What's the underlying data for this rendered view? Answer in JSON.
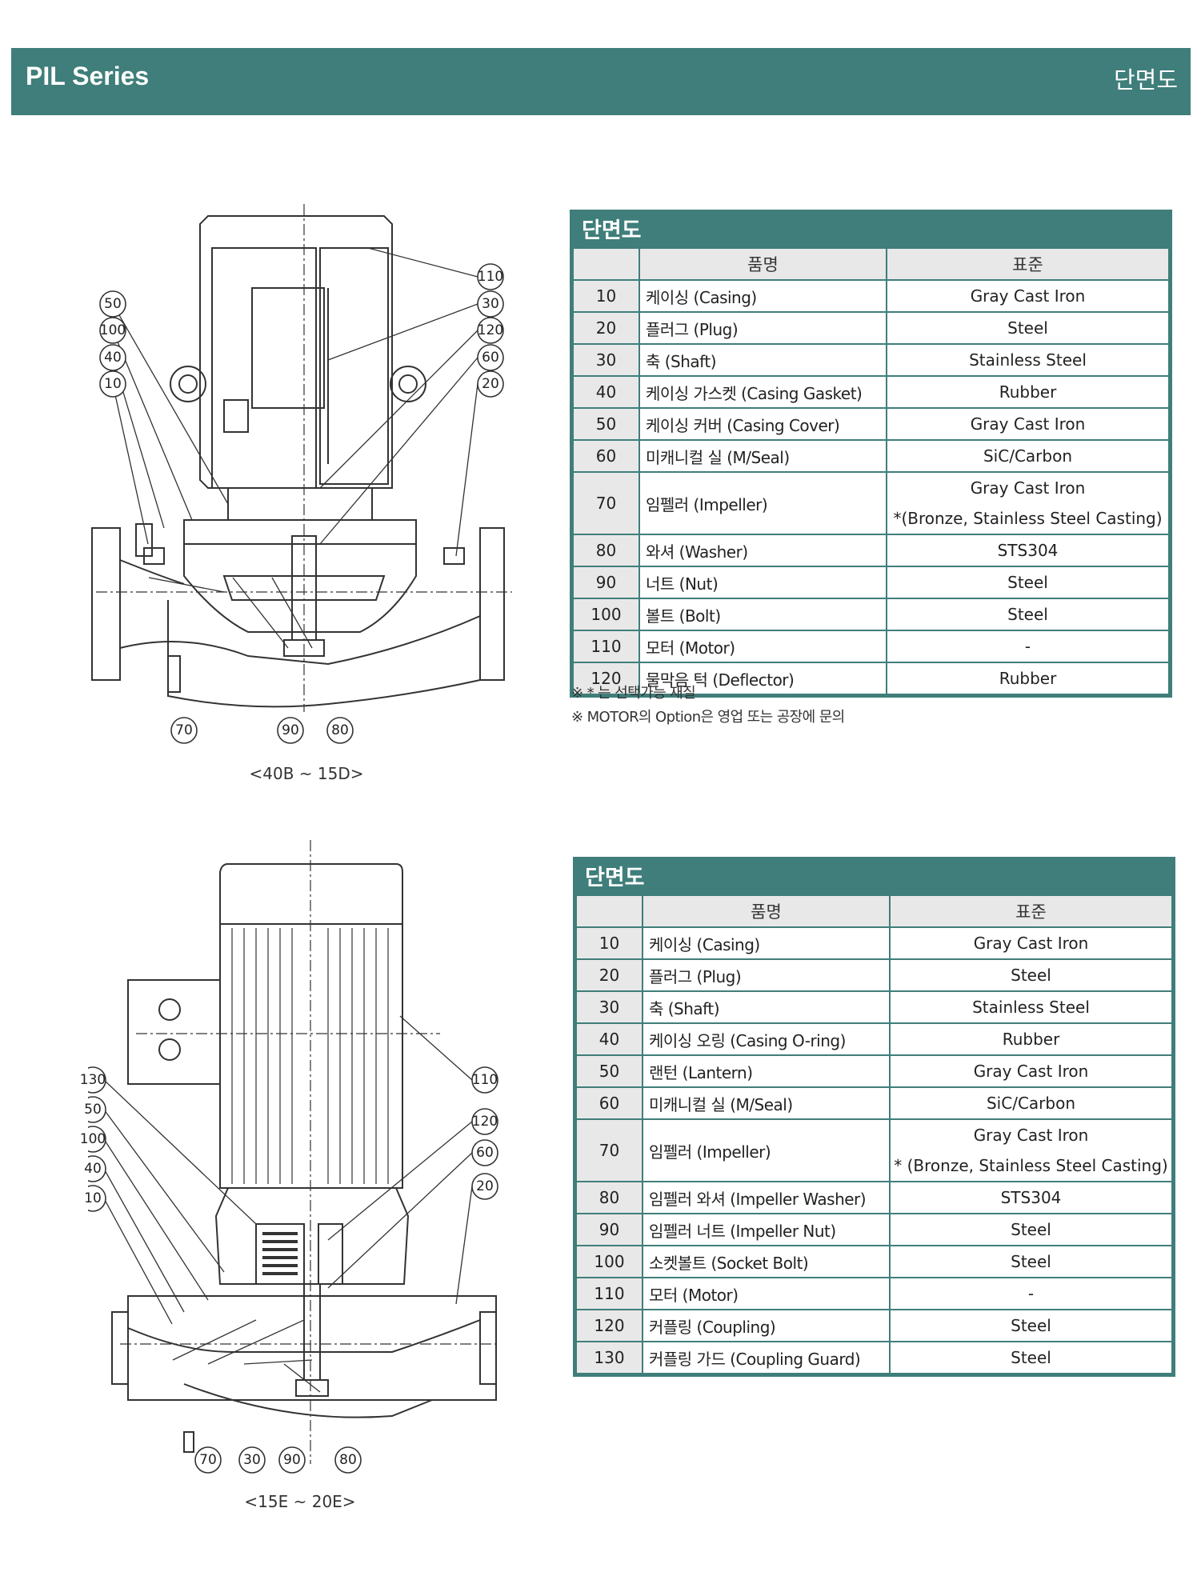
{
  "header": {
    "series": "PIL Series",
    "tag": "단면도"
  },
  "drawing1": {
    "caption": "<40B ~ 15D>",
    "callouts": [
      "50",
      "100",
      "40",
      "10",
      "110",
      "30",
      "120",
      "60",
      "20",
      "70",
      "90",
      "80"
    ]
  },
  "drawing2": {
    "caption": "<15E ~ 20E>",
    "callouts": [
      "130",
      "50",
      "100",
      "40",
      "10",
      "110",
      "120",
      "60",
      "20",
      "70",
      "30",
      "90",
      "80"
    ]
  },
  "table1": {
    "title": "단면도",
    "headers": [
      "",
      "품명",
      "표준"
    ],
    "rows": [
      {
        "no": "10",
        "name": "케이싱 (Casing)",
        "std": "Gray Cast Iron"
      },
      {
        "no": "20",
        "name": "플러그 (Plug)",
        "std": "Steel"
      },
      {
        "no": "30",
        "name": "축 (Shaft)",
        "std": "Stainless Steel"
      },
      {
        "no": "40",
        "name": "케이싱 가스켓 (Casing Gasket)",
        "std": "Rubber"
      },
      {
        "no": "50",
        "name": "케이싱 커버 (Casing Cover)",
        "std": "Gray Cast Iron"
      },
      {
        "no": "60",
        "name": "미캐니컬 실 (M/Seal)",
        "std": "SiC/Carbon"
      },
      {
        "no": "70",
        "name": "임펠러 (Impeller)",
        "std": "Gray Cast Iron",
        "std2": "*(Bronze, Stainless Steel Casting)"
      },
      {
        "no": "80",
        "name": "와셔 (Washer)",
        "std": "STS304"
      },
      {
        "no": "90",
        "name": "너트 (Nut)",
        "std": "Steel"
      },
      {
        "no": "100",
        "name": "볼트 (Bolt)",
        "std": "Steel"
      },
      {
        "no": "110",
        "name": "모터 (Motor)",
        "std": "-"
      },
      {
        "no": "120",
        "name": "물막음 턱 (Deflector)",
        "std": "Rubber"
      }
    ],
    "notes": [
      "※ * 는 선택가능 재질",
      "※ MOTOR의 Option은 영업 또는 공장에 문의"
    ]
  },
  "table2": {
    "title": "단면도",
    "headers": [
      "",
      "품명",
      "표준"
    ],
    "rows": [
      {
        "no": "10",
        "name": "케이싱 (Casing)",
        "std": "Gray Cast Iron"
      },
      {
        "no": "20",
        "name": "플러그 (Plug)",
        "std": "Steel"
      },
      {
        "no": "30",
        "name": "축 (Shaft)",
        "std": "Stainless Steel"
      },
      {
        "no": "40",
        "name": "케이싱 오링 (Casing O-ring)",
        "std": "Rubber"
      },
      {
        "no": "50",
        "name": "랜턴 (Lantern)",
        "std": "Gray Cast Iron"
      },
      {
        "no": "60",
        "name": "미캐니컬 실 (M/Seal)",
        "std": "SiC/Carbon"
      },
      {
        "no": "70",
        "name": "임펠러 (Impeller)",
        "std": "Gray Cast Iron",
        "std2": "* (Bronze, Stainless Steel Casting)"
      },
      {
        "no": "80",
        "name": "임펠러 와셔 (Impeller Washer)",
        "std": "STS304"
      },
      {
        "no": "90",
        "name": "임펠러 너트 (Impeller Nut)",
        "std": "Steel"
      },
      {
        "no": "100",
        "name": "소켓볼트 (Socket Bolt)",
        "std": "Steel"
      },
      {
        "no": "110",
        "name": "모터 (Motor)",
        "std": "-"
      },
      {
        "no": "120",
        "name": "커플링 (Coupling)",
        "std": "Steel"
      },
      {
        "no": "130",
        "name": "커플링 가드 (Coupling Guard)",
        "std": "Steel"
      }
    ]
  }
}
